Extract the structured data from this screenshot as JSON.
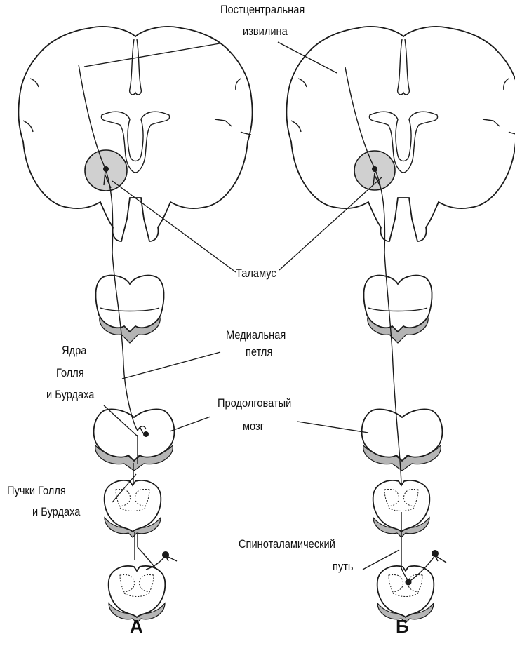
{
  "labels": {
    "postcentral_gyrus_line1": "Постцентральная",
    "postcentral_gyrus_line2": "извилина",
    "thalamus": "Таламус",
    "medial_lemniscus_line1": "Медиальная",
    "medial_lemniscus_line2": "петля",
    "goll_burdach_nuclei_line1": "Ядра",
    "goll_burdach_nuclei_line2": "Голля",
    "goll_burdach_nuclei_line3": "и Бурдаха",
    "medulla_line1": "Продолговатый",
    "medulla_line2": "мозг",
    "goll_burdach_fasciculi_line1": "Пучки Голля",
    "goll_burdach_fasciculi_line2": "и Бурдаха",
    "spinothalamic_tract_line1": "Спиноталамический",
    "spinothalamic_tract_line2": "путь"
  },
  "panels": {
    "left": "А",
    "right": "Б"
  },
  "colors": {
    "line": "#1a1a1a",
    "thalamus_fill": "#d0d0d0",
    "shadow_fill": "#b5b5b5",
    "background": "#ffffff"
  }
}
